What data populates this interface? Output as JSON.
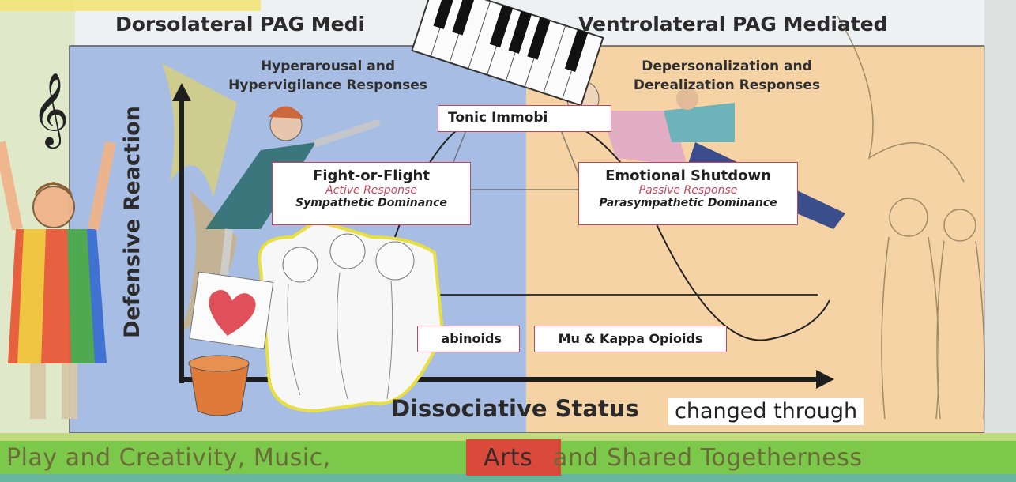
{
  "titles": {
    "left": "Dorsolateral PAG Medi",
    "right": "Ventrolateral PAG Mediated"
  },
  "responses": {
    "left_line1": "Hyperarousal and",
    "left_line2": "Hypervigilance Responses",
    "right_line1": "Depersonalization and",
    "right_line2": "Derealization Responses"
  },
  "boxes": {
    "tonic": "Tonic Immobi",
    "fight_title": "Fight-or-Flight",
    "fight_sub1": "Active Response",
    "fight_sub2": "Sympathetic Dominance",
    "shutdown_title": "Emotional Shutdown",
    "shutdown_sub1": "Passive Response",
    "shutdown_sub2": "Parasympathetic Dominance",
    "cannabinoids": "abinoids",
    "opioids": "Mu & Kappa Opioids"
  },
  "axes": {
    "y_label": "Defensive Reaction",
    "x_label": "Dissociative Status",
    "x_suffix": "changed through"
  },
  "banner": {
    "part1": "Play and Creativity, Music, ",
    "part2": "Arts",
    "part3": " and Shared Togetherness"
  },
  "colors": {
    "left_panel": "#a7bde4",
    "right_panel": "#f6d3a4",
    "box_border": "#c7455a",
    "banner_green": "#6bbf3a",
    "arts_highlight": "#d94a3a"
  },
  "icons": [
    "treble-clef-icon",
    "piano-keyboard-icon",
    "heart-icon"
  ]
}
